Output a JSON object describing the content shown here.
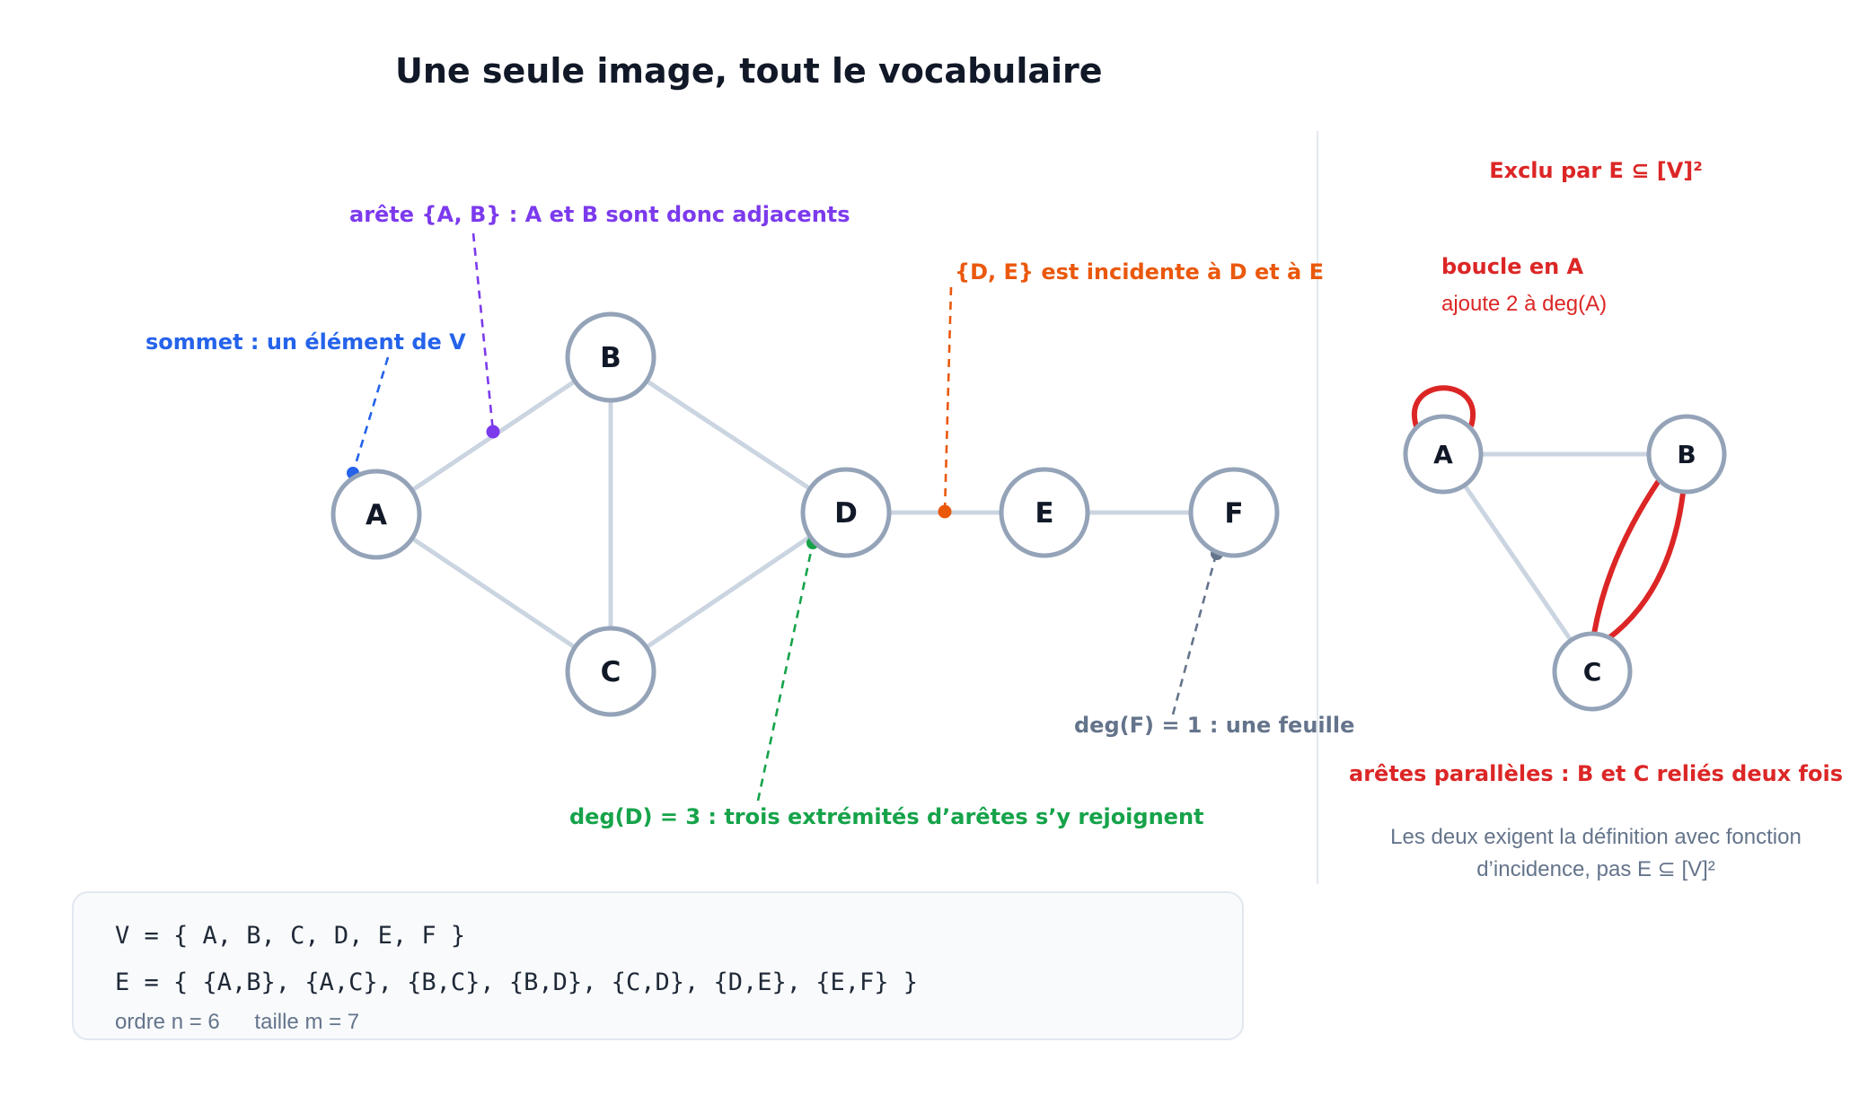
{
  "title": "Une seule image, tout le vocabulaire",
  "main_graph": {
    "nodes": [
      "A",
      "B",
      "C",
      "D",
      "E",
      "F"
    ],
    "edges": [
      [
        "A",
        "B"
      ],
      [
        "A",
        "C"
      ],
      [
        "B",
        "C"
      ],
      [
        "B",
        "D"
      ],
      [
        "C",
        "D"
      ],
      [
        "D",
        "E"
      ],
      [
        "E",
        "F"
      ]
    ]
  },
  "annotations": {
    "vertex": "sommet : un élément de V",
    "edge_ab": "arête {A, B} : A et B sont donc adjacents",
    "incidence": "{D, E} est incidente à D et à E",
    "degree_d": "deg(D) = 3 : trois extrémités d’arêtes s’y rejoignent",
    "degree_f": "deg(F) = 1 : une feuille"
  },
  "side_panel": {
    "heading": "Exclu par E ⊆ [V]²",
    "loop_title": "boucle en A",
    "loop_note": "ajoute 2 à deg(A)",
    "nodes": [
      "A",
      "B",
      "C"
    ],
    "parallel_label": "arêtes parallèles : B et C reliés deux fois",
    "footnote_line1": "Les deux exigent la définition avec fonction",
    "footnote_line2": "d’incidence, pas E ⊆ [V]²"
  },
  "sets": {
    "V": "V = { A, B, C, D, E, F }",
    "E": "E = { {A,B}, {A,C}, {B,C}, {B,D}, {C,D}, {D,E}, {E,F} }",
    "order": "ordre n = 6",
    "size": "taille m = 7"
  },
  "colors": {
    "vertex": "#2563eb",
    "edge": "#7c3aed",
    "incidence": "#ea580c",
    "degree": "#16a34a",
    "leaf": "#64748b",
    "excluded": "#dc2626"
  }
}
